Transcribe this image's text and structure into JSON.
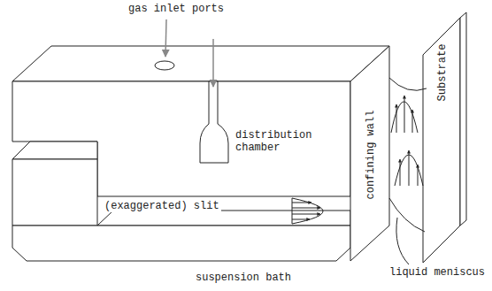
{
  "diagram": {
    "labels": [
      "gas inlet ports",
      "distribution chamber",
      "confining wall",
      "Substrate",
      "(exaggerated) slit",
      "liquid meniscus",
      "suspension bath"
    ]
  }
}
